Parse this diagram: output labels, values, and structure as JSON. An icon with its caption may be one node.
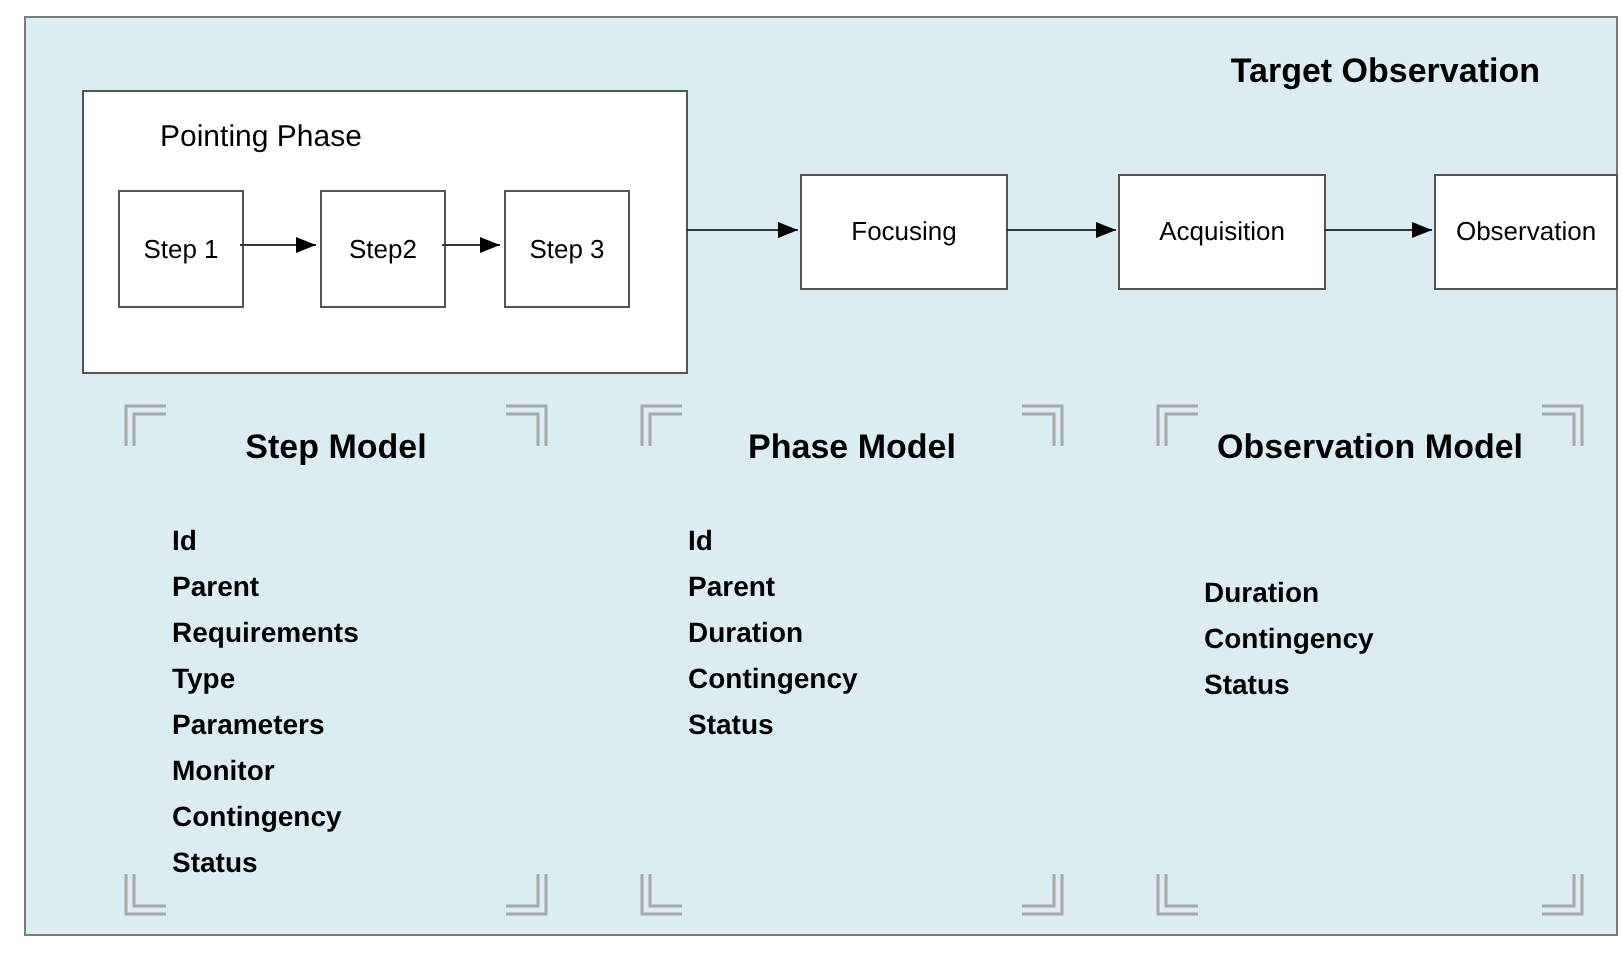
{
  "diagram": {
    "nodes": [
      {
        "text": [
          "Target Observation"
        ]
      },
      {
        "text": [
          "Pointing Phase"
        ],
        "in": 0
      },
      {
        "text": [
          "Step 1"
        ],
        "in": 1
      },
      {
        "text": [
          "Step2"
        ],
        "in": 1
      },
      {
        "text": [
          "Step 3"
        ],
        "in": 1
      },
      {
        "text": [
          "Focusing"
        ],
        "in": 0
      },
      {
        "text": [
          "Acquisition"
        ],
        "in": 0
      },
      {
        "text": [
          "Observation"
        ],
        "in": 0
      },
      {
        "text": [
          "Step Model",
          "Id",
          "Parent",
          "Requirements",
          "Type",
          "Parameters",
          "Monitor",
          "Contingency",
          "Status"
        ],
        "in": 0
      },
      {
        "text": [
          "Phase Model",
          "Id",
          "Parent",
          "Duration",
          "Contingency",
          "Status"
        ],
        "in": 0
      },
      {
        "text": [
          "Observation Model",
          "Duration",
          "Contingency",
          "Status"
        ],
        "in": 0
      }
    ],
    "edges": [
      {
        "from": 2,
        "to": 3,
        "arrow": "to"
      },
      {
        "from": 3,
        "to": 4,
        "arrow": "to"
      },
      {
        "from": 1,
        "to": 5,
        "arrow": "to"
      },
      {
        "from": 5,
        "to": 6,
        "arrow": "to"
      },
      {
        "from": 6,
        "to": 7,
        "arrow": "to"
      }
    ]
  }
}
